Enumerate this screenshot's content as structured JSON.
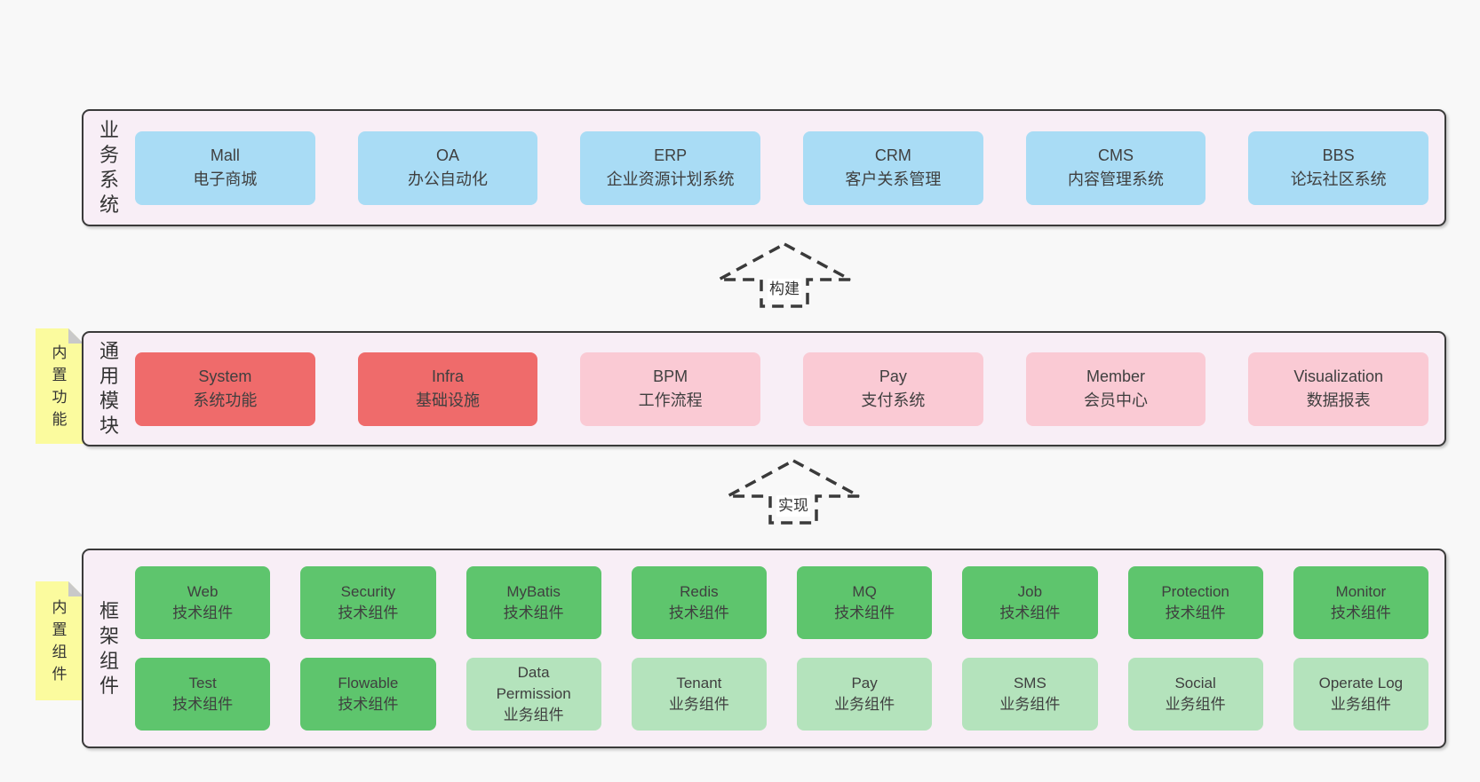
{
  "colors": {
    "page_bg": "#f8f8f8",
    "panel_bg": "#f8eef6",
    "panel_border": "#3a3a3a",
    "text": "#3f3f3f",
    "blue": "#a9dcf5",
    "red": "#ef6b6b",
    "pink": "#facad4",
    "green_dark": "#5ec56d",
    "green_light": "#b4e3bc",
    "note_yellow": "#fbfb9e",
    "note_fold": "#c9c9c9"
  },
  "panels": [
    {
      "label": "业务系统",
      "boxes": [
        {
          "title": "Mall",
          "subtitle": "电子商城"
        },
        {
          "title": "OA",
          "subtitle": "办公自动化"
        },
        {
          "title": "ERP",
          "subtitle": "企业资源计划系统"
        },
        {
          "title": "CRM",
          "subtitle": "客户关系管理"
        },
        {
          "title": "CMS",
          "subtitle": "内容管理系统"
        },
        {
          "title": "BBS",
          "subtitle": "论坛社区系统"
        }
      ]
    },
    {
      "label": "通用模块",
      "note": "内置功能",
      "boxes": [
        {
          "title": "System",
          "subtitle": "系统功能"
        },
        {
          "title": "Infra",
          "subtitle": "基础设施"
        },
        {
          "title": "BPM",
          "subtitle": "工作流程"
        },
        {
          "title": "Pay",
          "subtitle": "支付系统"
        },
        {
          "title": "Member",
          "subtitle": "会员中心"
        },
        {
          "title": "Visualization",
          "subtitle": "数据报表"
        }
      ]
    },
    {
      "label": "框架组件",
      "note": "内置组件",
      "rows": [
        [
          {
            "title": "Web",
            "subtitle": "技术组件"
          },
          {
            "title": "Security",
            "subtitle": "技术组件"
          },
          {
            "title": "MyBatis",
            "subtitle": "技术组件"
          },
          {
            "title": "Redis",
            "subtitle": "技术组件"
          },
          {
            "title": "MQ",
            "subtitle": "技术组件"
          },
          {
            "title": "Job",
            "subtitle": "技术组件"
          },
          {
            "title": "Protection",
            "subtitle": "技术组件"
          },
          {
            "title": "Monitor",
            "subtitle": "技术组件"
          }
        ],
        [
          {
            "title": "Test",
            "subtitle": "技术组件"
          },
          {
            "title": "Flowable",
            "subtitle": "技术组件"
          },
          {
            "title": "Data Permission",
            "subtitle": "业务组件"
          },
          {
            "title": "Tenant",
            "subtitle": "业务组件"
          },
          {
            "title": "Pay",
            "subtitle": "业务组件"
          },
          {
            "title": "SMS",
            "subtitle": "业务组件"
          },
          {
            "title": "Social",
            "subtitle": "业务组件"
          },
          {
            "title": "Operate Log",
            "subtitle": "业务组件"
          }
        ]
      ]
    }
  ],
  "arrows": [
    {
      "label": "构建"
    },
    {
      "label": "实现"
    }
  ]
}
